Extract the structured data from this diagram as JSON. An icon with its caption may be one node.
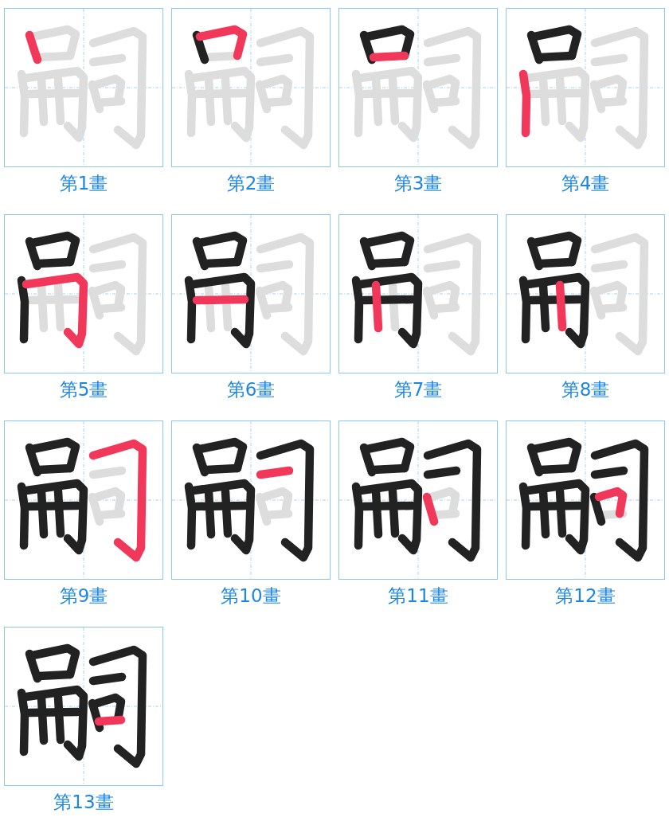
{
  "diagram": {
    "nodes": [
      {
        "text": [
          "第1畫"
        ]
      },
      {
        "text": [
          "第2畫"
        ]
      },
      {
        "text": [
          "第3畫"
        ]
      },
      {
        "text": [
          "第4畫"
        ]
      },
      {
        "text": [
          "第5畫"
        ]
      },
      {
        "text": [
          "第6畫"
        ]
      },
      {
        "text": [
          "第7畫"
        ]
      },
      {
        "text": [
          "第8畫"
        ]
      },
      {
        "text": [
          "第9畫"
        ]
      },
      {
        "text": [
          "第10畫"
        ]
      },
      {
        "text": [
          "第11畫"
        ]
      },
      {
        "text": [
          "第12畫"
        ]
      },
      {
        "text": [
          "第13畫"
        ]
      }
    ]
  }
}
